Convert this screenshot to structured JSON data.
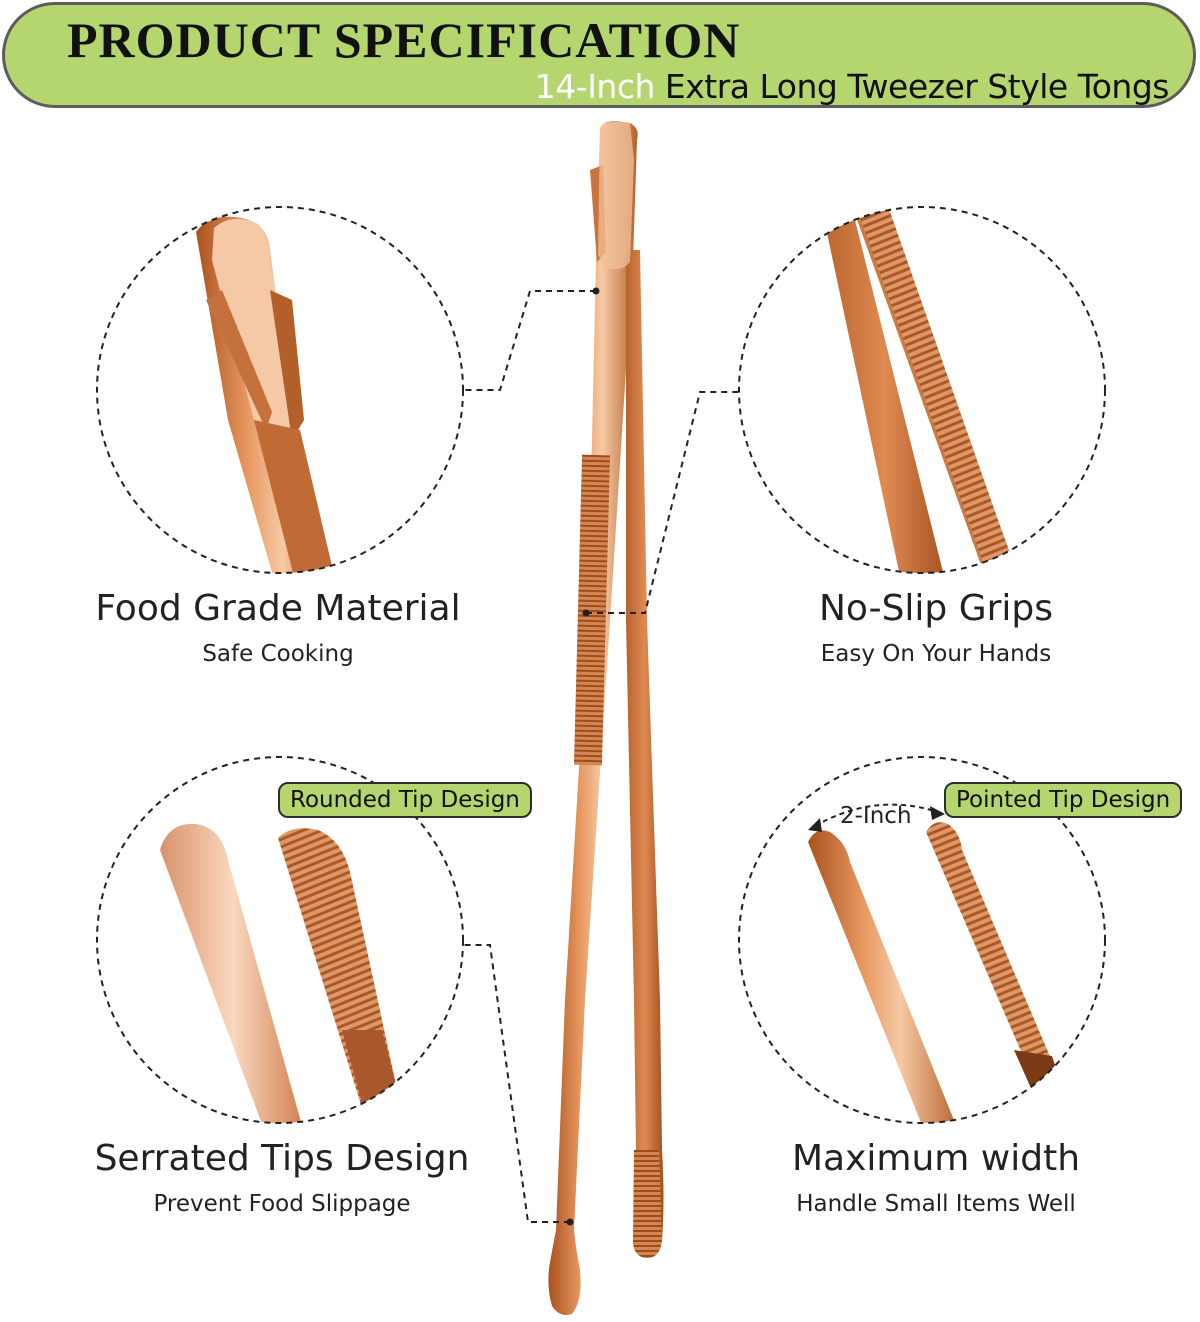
{
  "banner": {
    "title": "PRODUCT SPECIFICATION",
    "subtitle_highlight": "14-Inch",
    "subtitle_rest": " Extra Long Tweezer Style Tongs",
    "background_color": "#b5d66e"
  },
  "features": [
    {
      "title": "Food Grade Material",
      "subtitle": "Safe Cooking"
    },
    {
      "title": "No-Slip Grips",
      "subtitle": "Easy On Your Hands"
    },
    {
      "title": "Serrated Tips Design",
      "subtitle": "Prevent Food Slippage"
    },
    {
      "title": "Maximum width",
      "subtitle": "Handle Small Items Well"
    }
  ],
  "tags": {
    "rounded": "Rounded Tip Design",
    "pointed": "Pointed Tip Design"
  },
  "dimension_label": "2-Inch",
  "colors": {
    "copper": "#d8834a",
    "copper_light": "#f3c7a3",
    "copper_dark": "#9a4a1c",
    "accent_green": "#b5d66e"
  }
}
